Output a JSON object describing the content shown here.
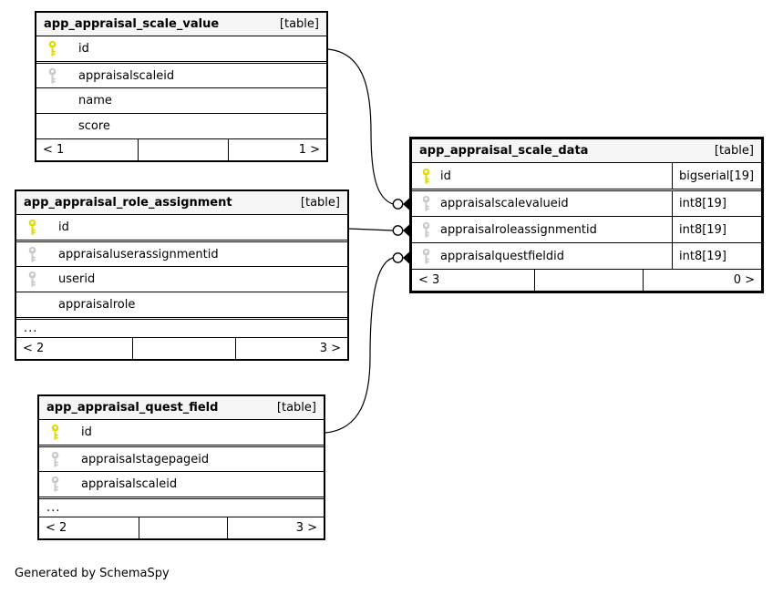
{
  "diagram": {
    "credit": "Generated by SchemaSpy"
  },
  "colors": {
    "pk_key": "#dcdc00",
    "fk_key": "#c8c8c8",
    "header_bg": "#f5f5f5",
    "border": "#000000"
  },
  "tables": [
    {
      "title": "app_appraisal_scale_value",
      "tag": "[table]",
      "columns": [
        {
          "name": "id",
          "key": "primary"
        },
        {
          "name": "appraisalscaleid",
          "key": "foreign"
        },
        {
          "name": "name",
          "key": ""
        },
        {
          "name": "score",
          "key": ""
        }
      ],
      "footer": {
        "left": "< 1",
        "mid": "",
        "right": "1 >"
      }
    },
    {
      "title": "app_appraisal_role_assignment",
      "tag": "[table]",
      "columns": [
        {
          "name": "id",
          "key": "primary"
        },
        {
          "name": "appraisaluserassignmentid",
          "key": "foreign"
        },
        {
          "name": "userid",
          "key": "foreign"
        },
        {
          "name": "appraisalrole",
          "key": ""
        }
      ],
      "more_columns": "...",
      "footer": {
        "left": "< 2",
        "mid": "",
        "right": "3 >"
      }
    },
    {
      "title": "app_appraisal_quest_field",
      "tag": "[table]",
      "columns": [
        {
          "name": "id",
          "key": "primary"
        },
        {
          "name": "appraisalstagepageid",
          "key": "foreign"
        },
        {
          "name": "appraisalscaleid",
          "key": "foreign"
        }
      ],
      "more_columns": "...",
      "footer": {
        "left": "< 2",
        "mid": "",
        "right": "3 >"
      }
    },
    {
      "title": "app_appraisal_scale_data",
      "tag": "[table]",
      "columns": [
        {
          "name": "id",
          "type": "bigserial[19]",
          "key": "primary"
        },
        {
          "name": "appraisalscalevalueid",
          "type": "int8[19]",
          "key": "foreign"
        },
        {
          "name": "appraisalroleassignmentid",
          "type": "int8[19]",
          "key": "foreign"
        },
        {
          "name": "appraisalquestfieldid",
          "type": "int8[19]",
          "key": "foreign"
        }
      ],
      "footer": {
        "left": "< 3",
        "mid": "",
        "right": "0 >"
      }
    }
  ],
  "relationships": [
    {
      "from": "app_appraisal_scale_value.id",
      "to": "app_appraisal_scale_data.appraisalscalevalueid"
    },
    {
      "from": "app_appraisal_role_assignment.id",
      "to": "app_appraisal_scale_data.appraisalroleassignmentid"
    },
    {
      "from": "app_appraisal_quest_field.id",
      "to": "app_appraisal_scale_data.appraisalquestfieldid"
    }
  ]
}
